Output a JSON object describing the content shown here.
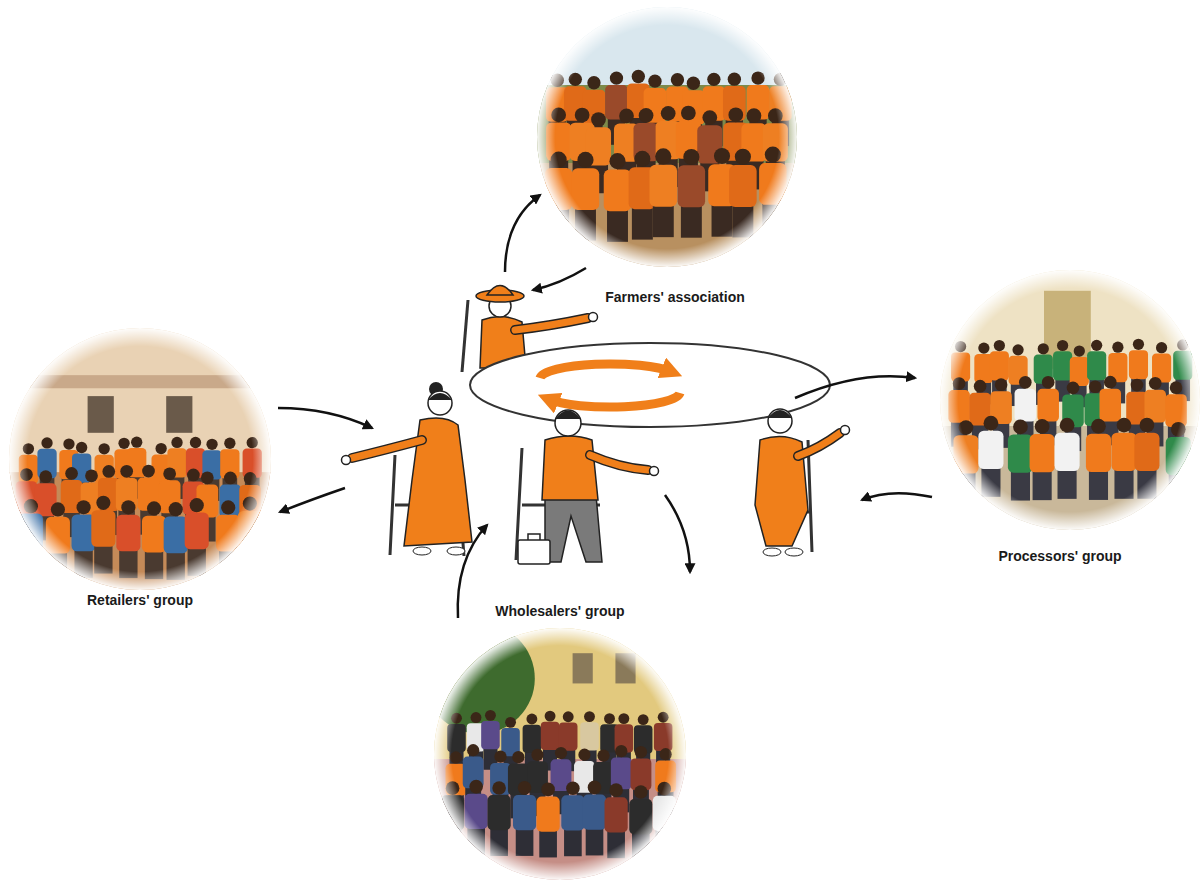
{
  "diagram": {
    "nodes": [
      {
        "text": [
          "Farmers' association"
        ]
      },
      {
        "text": [
          "Retailers' group"
        ]
      },
      {
        "text": [
          "Processors' group"
        ]
      },
      {
        "text": [
          "Wholesalers' group"
        ]
      }
    ]
  }
}
